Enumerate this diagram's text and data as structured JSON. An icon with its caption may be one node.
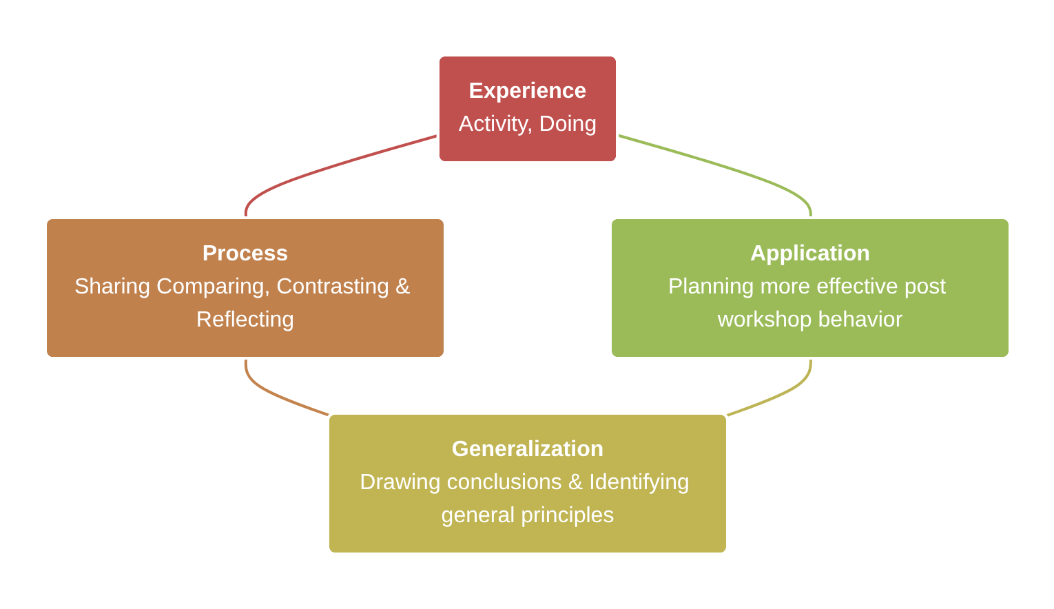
{
  "diagram": {
    "nodes": [
      {
        "text": [
          "Experience",
          "Activity, Doing"
        ]
      },
      {
        "text": [
          "Process",
          "Sharing Comparing, Contrasting & Reflecting"
        ]
      },
      {
        "text": [
          "Generalization",
          "Drawing conclusions & Identifying general principles"
        ]
      },
      {
        "text": [
          "Application",
          "Planning more effective post workshop behavior"
        ]
      }
    ],
    "edges": [
      {
        "from": 0,
        "to": 1,
        "arrow": "none",
        "color": "#c0504d"
      },
      {
        "from": 1,
        "to": 2,
        "arrow": "none",
        "color": "#c3834c"
      },
      {
        "from": 2,
        "to": 3,
        "arrow": "none",
        "color": "#bdb456"
      },
      {
        "from": 3,
        "to": 0,
        "arrow": "none",
        "color": "#9bbb59"
      }
    ]
  }
}
